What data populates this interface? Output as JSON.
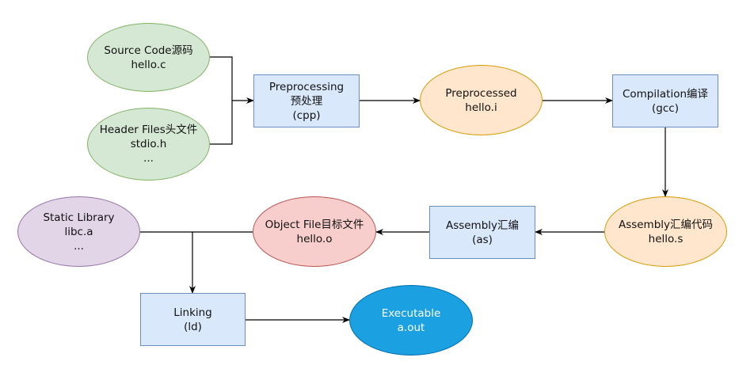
{
  "nodes": {
    "source_code": {
      "lines": [
        "Source Code源码",
        "hello.c"
      ]
    },
    "header_files": {
      "lines": [
        "Header Files头文件",
        "stdio.h",
        "..."
      ]
    },
    "preprocessing": {
      "lines": [
        "Preprocessing",
        "预处理",
        "(cpp)"
      ]
    },
    "preprocessed": {
      "lines": [
        "Preprocessed",
        "hello.i"
      ]
    },
    "compilation": {
      "lines": [
        "Compilation编译",
        "(gcc)"
      ]
    },
    "assembly_code": {
      "lines": [
        "Assembly汇编代码",
        "hello.s"
      ]
    },
    "assembly": {
      "lines": [
        "Assembly汇编",
        "(as)"
      ]
    },
    "object_file": {
      "lines": [
        "Object File目标文件",
        "hello.o"
      ]
    },
    "static_library": {
      "lines": [
        "Static Library",
        "libc.a",
        "..."
      ]
    },
    "linking": {
      "lines": [
        "Linking",
        "(ld)"
      ]
    },
    "executable": {
      "lines": [
        "Executable",
        "a.out"
      ]
    }
  },
  "colors": {
    "green_fill": "#d5e8d4",
    "green_stroke": "#82b366",
    "blue_fill": "#dae8fc",
    "blue_stroke": "#6c8ebf",
    "orange_fill": "#ffe6cc",
    "orange_stroke": "#d79b00",
    "purple_fill": "#e1d5e7",
    "purple_stroke": "#9673a6",
    "red_fill": "#f8cecc",
    "red_stroke": "#b85450",
    "exec_fill": "#1ba1e2",
    "exec_stroke": "#006eaf",
    "edge": "#000000"
  }
}
